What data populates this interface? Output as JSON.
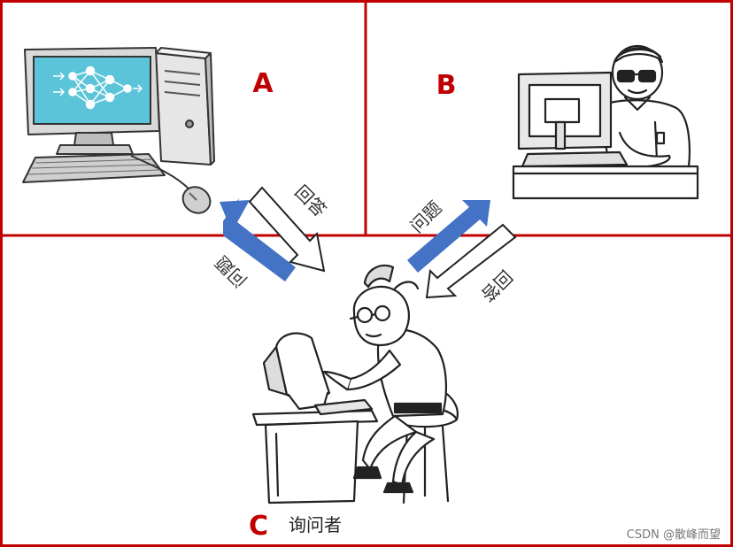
{
  "labels": {
    "a": "A",
    "b": "B",
    "c": "C",
    "c_name": "询问者"
  },
  "arrows": {
    "a_question": "问题",
    "a_answer": "回答",
    "b_question": "问题",
    "b_answer": "回答"
  },
  "watermark": "CSDN @散峰而望",
  "colors": {
    "border": "#c00000",
    "question_arrow": "#4472c4",
    "answer_arrow": "#ffffff",
    "screen": "#5bc4d8"
  },
  "icons": {
    "computer": "computer-icon",
    "human_b": "human-at-computer-icon",
    "human_c": "interrogator-icon"
  }
}
